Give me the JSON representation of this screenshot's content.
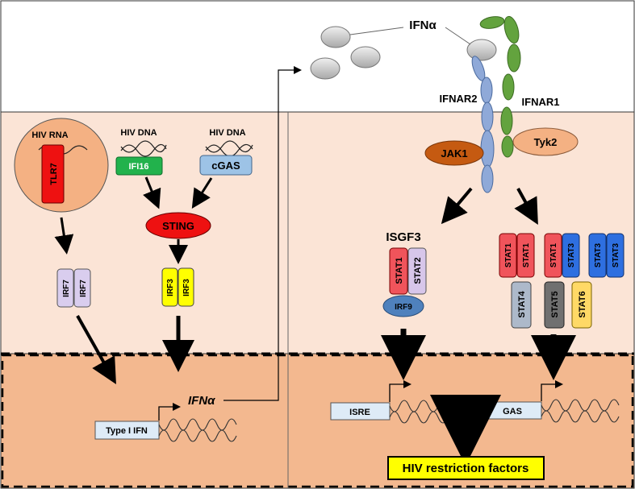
{
  "cytokine": {
    "label": "IFNα"
  },
  "receptors": {
    "ifnar2": "IFNAR2",
    "ifnar1": "IFNAR1"
  },
  "kinases": {
    "jak1": "JAK1",
    "tyk2": "Tyk2"
  },
  "sensors": {
    "hiv_rna": "HIV RNA",
    "tlr7": "TLR7",
    "hiv_dna_1": "HIV DNA",
    "hiv_dna_2": "HIV DNA",
    "ifi16": "IFI16",
    "cgas": "cGAS",
    "sting": "STING"
  },
  "transcription_factors": {
    "irf7": "IRF7",
    "irf3": "IRF3",
    "isgf3": "ISGF3",
    "stat1": "STAT1",
    "stat2": "STAT2",
    "stat3": "STAT3",
    "stat4": "STAT4",
    "stat5": "STAT5",
    "stat6": "STAT6",
    "irf9": "IRF9"
  },
  "dna": {
    "type1_ifn": "Type I IFN",
    "ifn_alpha_gene": "IFNα",
    "isre": "ISRE",
    "gas": "GAS"
  },
  "outcome": {
    "label": "HIV restriction factors"
  },
  "colors": {
    "cytoplasm": "#fbe4d6",
    "nucleus": "#f3b88f",
    "stat1": "#f0545b",
    "stat2": "#d7c6ea",
    "stat3": "#2e6fe0",
    "stat4": "#adb9ca",
    "stat5": "#707070",
    "stat6": "#ffd966",
    "irf7": "#d9cdee",
    "irf3": "#ffff00",
    "sting": "#ee1111",
    "jak1": "#c55a11",
    "tyk2": "#f4b183",
    "ifi16": "#22b24c",
    "cgas": "#9dc3e6",
    "ifnar2": "#8fa9d8",
    "ifnar1": "#63a33e",
    "ifn": "#c9c9c9",
    "outcome_box": "#ffff00"
  }
}
